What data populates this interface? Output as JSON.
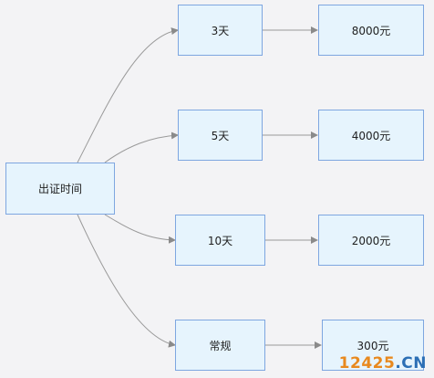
{
  "root": {
    "label": "出证时间"
  },
  "branches": [
    {
      "label": "3天",
      "price": "8000元"
    },
    {
      "label": "5天",
      "price": "4000元"
    },
    {
      "label": "10天",
      "price": "2000元"
    },
    {
      "label": "常规",
      "price": "300元"
    }
  ],
  "watermark": {
    "main": "12425",
    "suffix": ".CN"
  },
  "colors": {
    "node_fill": "#e6f4fd",
    "node_border": "#7ea6e0",
    "connector": "#999999",
    "background": "#f3f3f5"
  }
}
